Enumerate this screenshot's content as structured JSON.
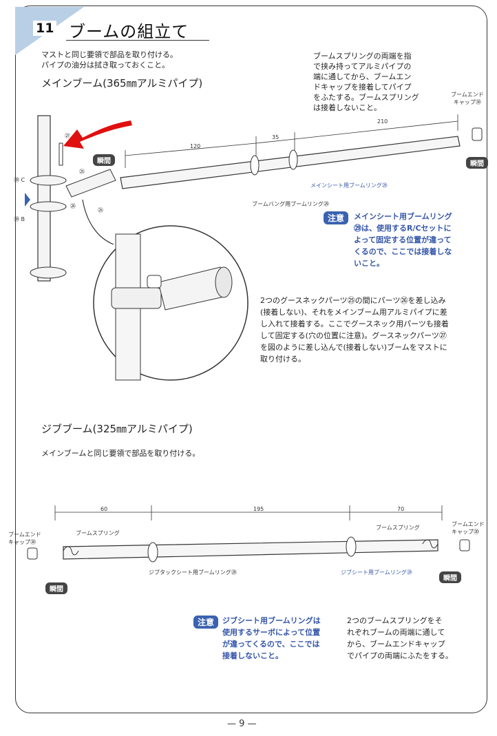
{
  "header": {
    "step_number": "11",
    "title": "ブームの組立て"
  },
  "intro": {
    "line1": "マストと同じ要領で部品を取り付ける。",
    "line2": "パイプの油分は拭き取っておくこと。"
  },
  "main_boom": {
    "heading": "メインブーム(365㎜アルミパイプ)",
    "spring_note": [
      "ブームスプリングの両端を指",
      "で挟み持ってアルミパイプの",
      "端に通してから、ブームエン",
      "ドキャップを接着してパイプ",
      "をふたする。ブームスプリング",
      "は接着しないこと。"
    ],
    "end_cap_label": [
      "ブームエンド",
      "キャップ㉚"
    ],
    "dims": [
      "120",
      "35",
      "210"
    ],
    "mainsheet_ring": "メインシート用ブームリング㉙",
    "boomvang_ring": "ブームバング用ブームリング㉙",
    "part_labels": [
      "㉗",
      "㉕",
      "㉖",
      "㉕"
    ],
    "mast_labels": [
      "㉘ C",
      "㉘ B"
    ],
    "glue_badge": "瞬間",
    "caution_badge": "注意",
    "caution_text": [
      "メインシート用ブームリング",
      "㉙は、使用するR/Cセットに",
      "よって固定する位置が違って",
      "くるので、ここでは接着しな",
      "いこと。"
    ],
    "assembly_text": [
      "2つのグースネックパーツ㉕の間にパーツ㉖を差し込み",
      "(接着しない)、それをメインブーム用アルミパイプに差",
      "し入れて接着する。ここでグースネック用パーツも接着",
      "して固定する(穴の位置に注意)。グースネックパーツ㉗",
      "を図のように差し込んで(接着しない)ブームをマストに",
      "取り付ける。"
    ]
  },
  "jib_boom": {
    "heading": "ジブブーム(325㎜アルミパイプ)",
    "intro": "メインブームと同じ要領で部品を取り付ける。",
    "dims": [
      "60",
      "195",
      "70"
    ],
    "end_cap_left": [
      "ブームエンド",
      "キャップ㉚"
    ],
    "end_cap_right": [
      "ブームエンド",
      "キャップ㉚"
    ],
    "spring_left": "ブームスプリング",
    "spring_right": "ブームスプリング",
    "jibtack_ring": "ジブタックシート用ブームリング㉙",
    "jibsheet_ring": "ジブシート用ブームリング㉙",
    "glue_badge": "瞬間",
    "caution_badge": "注意",
    "caution_text": [
      "ジブシート用ブームリングは",
      "使用するサーボによって位置",
      "が違ってくるので、ここでは",
      "接着しないこと。"
    ],
    "spring_text": [
      "2つのブームスプリングをそ",
      "れぞれブームの両端に通して",
      "から、ブームエンドキャップ",
      "でパイプの両端にふたをする。"
    ]
  },
  "footer": {
    "page": "— 9 —"
  },
  "colors": {
    "accent_blue": "#3a62b0",
    "step_triangle": "#b9cfe6",
    "arrow_red": "#e01010"
  }
}
